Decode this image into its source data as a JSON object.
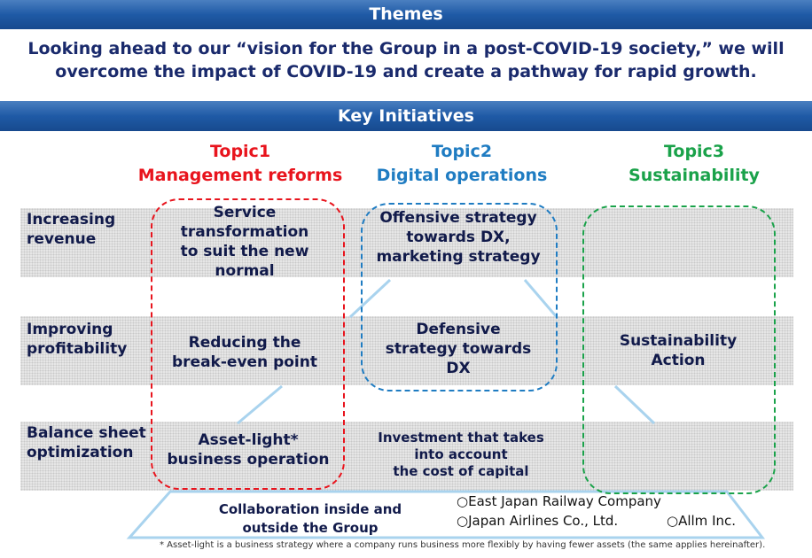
{
  "header": {
    "themes_title": "Themes",
    "lead_text": "Looking ahead to our “vision for the Group in a post-COVID-19 society,” we will\novercome the impact of COVID-19 and create a pathway for rapid growth.",
    "key_title": "Key Initiatives"
  },
  "topics": [
    {
      "id": "Topic1",
      "name": "Management reforms",
      "color": "#e8141d"
    },
    {
      "id": "Topic2",
      "name": "Digital operations",
      "color": "#1f7cc2"
    },
    {
      "id": "Topic3",
      "name": "Sustainability",
      "color": "#1aa24a"
    }
  ],
  "rows": {
    "revenue": "Increasing\nrevenue",
    "profitability": "Improving\nprofitability",
    "balance": "Balance sheet\noptimization"
  },
  "cells": {
    "service": "Service\ntransformation\nto suit the new\nnormal",
    "offensive": "Offensive strategy\ntowards DX,\nmarketing strategy",
    "breakeven": "Reducing the\nbreak-even point",
    "defensive": "Defensive\nstrategy towards\nDX",
    "sustainability": "Sustainability\nAction",
    "assetlight": "Asset-light*\nbusiness operation",
    "investment": "Investment that takes\ninto account\nthe cost of capital",
    "collaboration": "Collaboration inside and\noutside the Group"
  },
  "partners": [
    "○East Japan Railway Company",
    "○Japan Airlines Co., Ltd.",
    "○Allm Inc."
  ],
  "footnote": "* Asset-light is a business strategy where a company runs business more flexibly by having fewer assets (the same applies hereinafter)."
}
